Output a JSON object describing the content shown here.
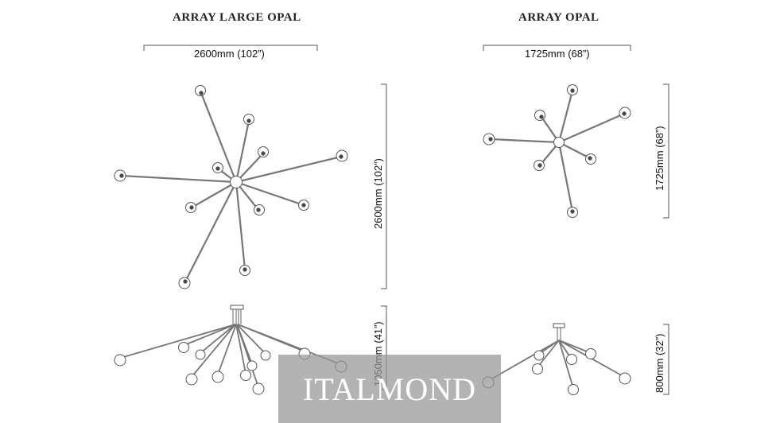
{
  "products": {
    "large": {
      "title": "ARRAY LARGE OPAL",
      "width_label": "2600mm (102”)",
      "height_label": "2600mm (102”)",
      "drop_label": "1050mm (41”)"
    },
    "small": {
      "title": "ARRAY OPAL",
      "width_label": "1725mm (68”)",
      "height_label": "1725mm (68”)",
      "drop_label": "800mm (32”)"
    }
  },
  "watermark": {
    "text": "ITALMOND"
  },
  "colors": {
    "line": "#555555",
    "rod": "#777777",
    "text": "#222222",
    "watermark_bg": "#969696"
  }
}
